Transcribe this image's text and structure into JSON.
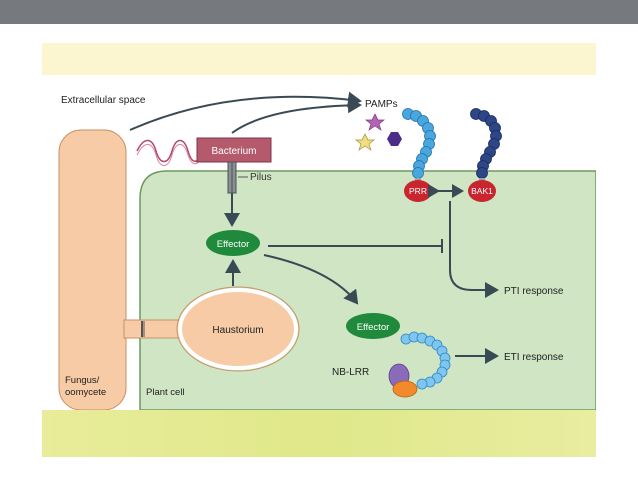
{
  "labels": {
    "extracellular_space": "Extracellular space",
    "pamps": "PAMPs",
    "bacterium": "Bacterium",
    "pilus": "Pilus",
    "effector_top": "Effector",
    "effector_bottom": "Effector",
    "prr": "PRR",
    "bak1": "BAK1",
    "pti_response": "PTI response",
    "eti_response": "ETI response",
    "haustorium": "Haustorium",
    "nb_lrr": "NB-LRR",
    "fungus_line1": "Fungus/",
    "fungus_line2": "oomycete",
    "plant_cell": "Plant cell"
  },
  "colors": {
    "plant_cell_fill": "#cfe5c4",
    "fungus_fill": "#f6cba6",
    "bacterium_fill": "#b45a6c",
    "effector_fill": "#1f8a3b",
    "receptor_red": "#c9252f",
    "prr_chain": "#4aa6df",
    "bak1_chain": "#2c4687",
    "slide_bg": "#fbf6cf",
    "top_bar": "#76797d"
  }
}
